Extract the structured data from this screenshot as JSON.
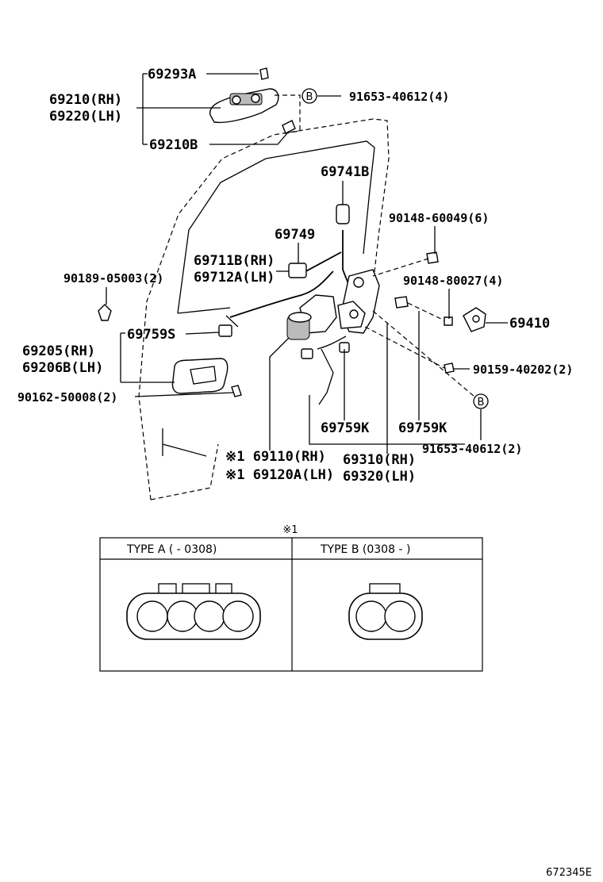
{
  "labels": {
    "l69293A": "69293A",
    "l69210RH": "69210(RH)",
    "l69220LH": "69220(LH)",
    "l69210B": "69210B",
    "l91653_top": "91653-40612(4)",
    "l69741B": "69741B",
    "l90148_60049": "90148-60049(6)",
    "l69749": "69749",
    "l69711B": "69711B(RH)",
    "l69712A": "69712A(LH)",
    "l90189": "90189-05003(2)",
    "l90148_80027": "90148-80027(4)",
    "l69410": "69410",
    "l69759S": "69759S",
    "l69205": "69205(RH)",
    "l69206B": "69206B(LH)",
    "l90159": "90159-40202(2)",
    "l90162": "90162-50008(2)",
    "l69759K_a": "69759K",
    "l69759K_b": "69759K",
    "l91653_bottom": "91653-40612(2)",
    "l69110": "※1 69110(RH)",
    "l69120A": "※1 69120A(LH)",
    "l69310": "69310(RH)",
    "l69320": "69320(LH)",
    "b_top": "B",
    "b_bottom": "B"
  },
  "connector_table": {
    "note": "※1",
    "type_a": "TYPE  A  (    - 0308)",
    "type_b": "TYPE  B  (0308 -     )"
  },
  "figure_id": "672345E"
}
